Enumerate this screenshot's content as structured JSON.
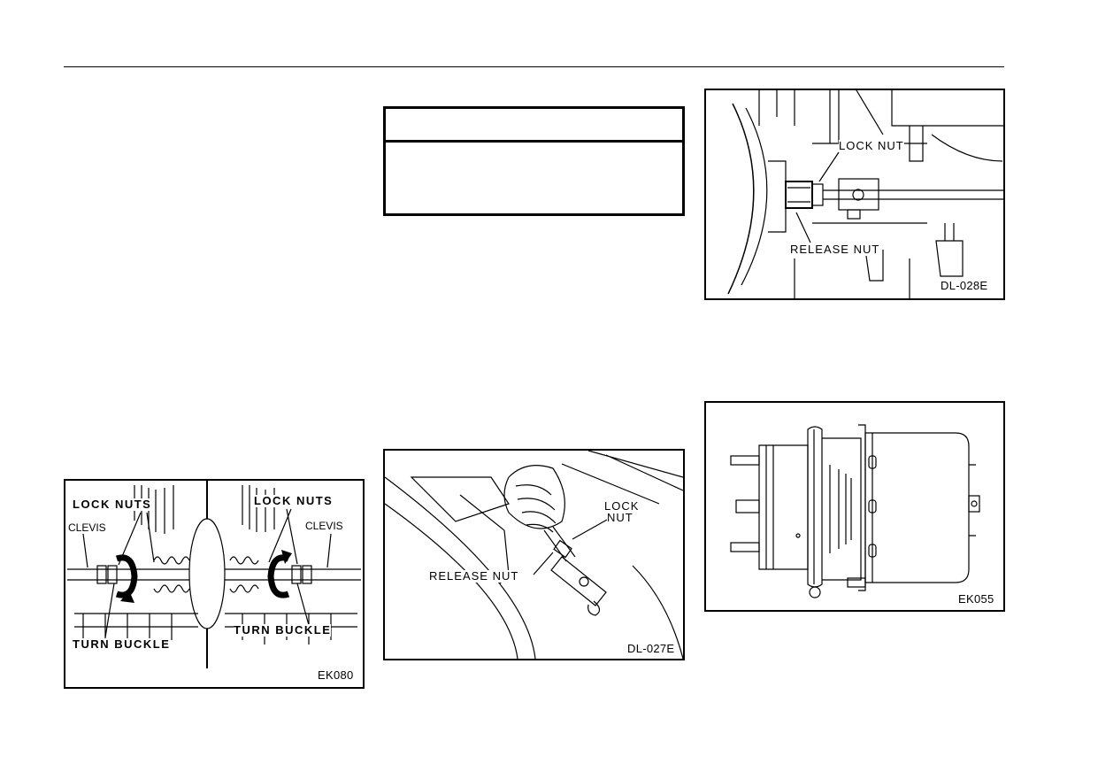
{
  "figures": {
    "ek080": {
      "code": "EK080",
      "labels": {
        "lock_nuts_left": "LOCK NUTS",
        "lock_nuts_right": "LOCK NUTS",
        "clevis_left": "CLEVIS",
        "clevis_right": "CLEVIS",
        "turn_buckle_left": "TURN BUCKLE",
        "turn_buckle_right": "TURN BUCKLE"
      }
    },
    "dl027e": {
      "code": "DL-027E",
      "labels": {
        "lock_nut_line1": "LOCK",
        "lock_nut_line2": "NUT",
        "release_nut": "RELEASE NUT"
      }
    },
    "dl028e": {
      "code": "DL-028E",
      "labels": {
        "lock_nut": "LOCK NUT",
        "release_nut": "RELEASE NUT"
      }
    },
    "ek055": {
      "code": "EK055"
    }
  }
}
